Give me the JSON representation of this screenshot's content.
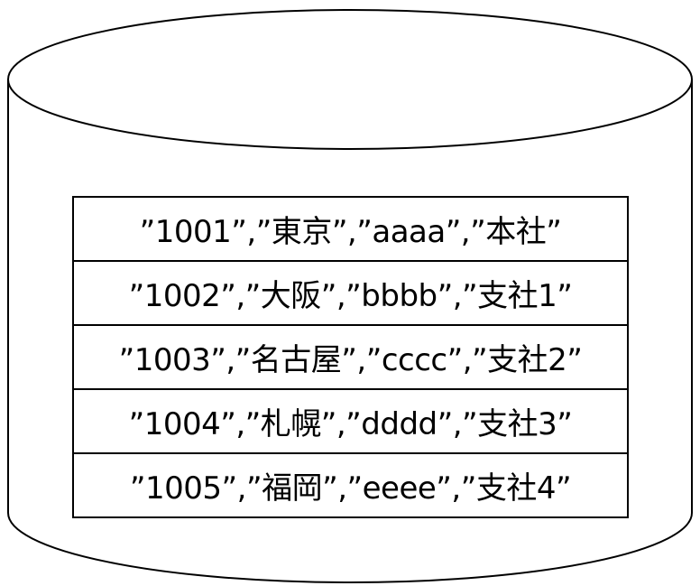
{
  "records": [
    "”1001”,”東京”,”aaaa”,”本社”",
    "”1002”,”大阪”,”bbbb”,”支社1”",
    "”1003”,”名古屋”,”cccc”,”支社2”",
    "”1004”,”札幌”,”dddd”,”支社3”",
    "”1005”,”福岡”,”eeee”,”支社4”"
  ]
}
